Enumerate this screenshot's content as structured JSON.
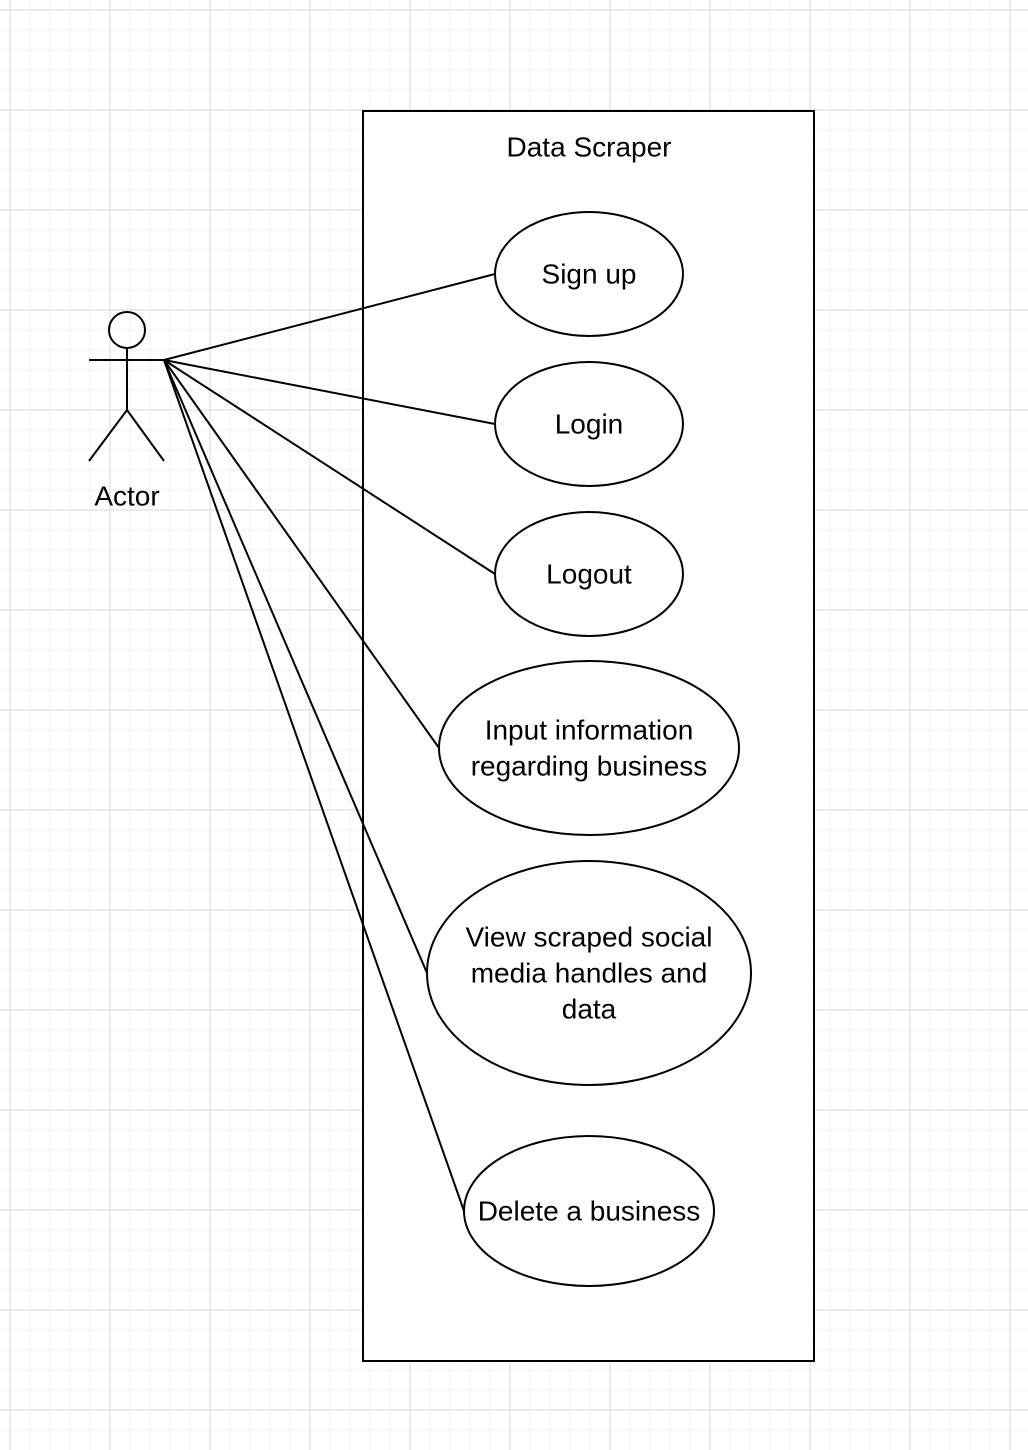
{
  "system": {
    "title": "Data Scraper"
  },
  "actor": {
    "label": "Actor"
  },
  "use_cases": [
    {
      "id": "sign-up",
      "lines": [
        "Sign up"
      ]
    },
    {
      "id": "login",
      "lines": [
        "Login"
      ]
    },
    {
      "id": "logout",
      "lines": [
        "Logout"
      ]
    },
    {
      "id": "input-information",
      "lines": [
        "Input information",
        "regarding business"
      ]
    },
    {
      "id": "view-scraped",
      "lines": [
        "View scraped social",
        "media handles and",
        "data"
      ]
    },
    {
      "id": "delete-business",
      "lines": [
        "Delete a business"
      ]
    }
  ],
  "colors": {
    "stroke": "#000000",
    "background": "#ffffff",
    "grid_minor": "#f0f0f0",
    "grid_major": "#d9d9d9"
  }
}
